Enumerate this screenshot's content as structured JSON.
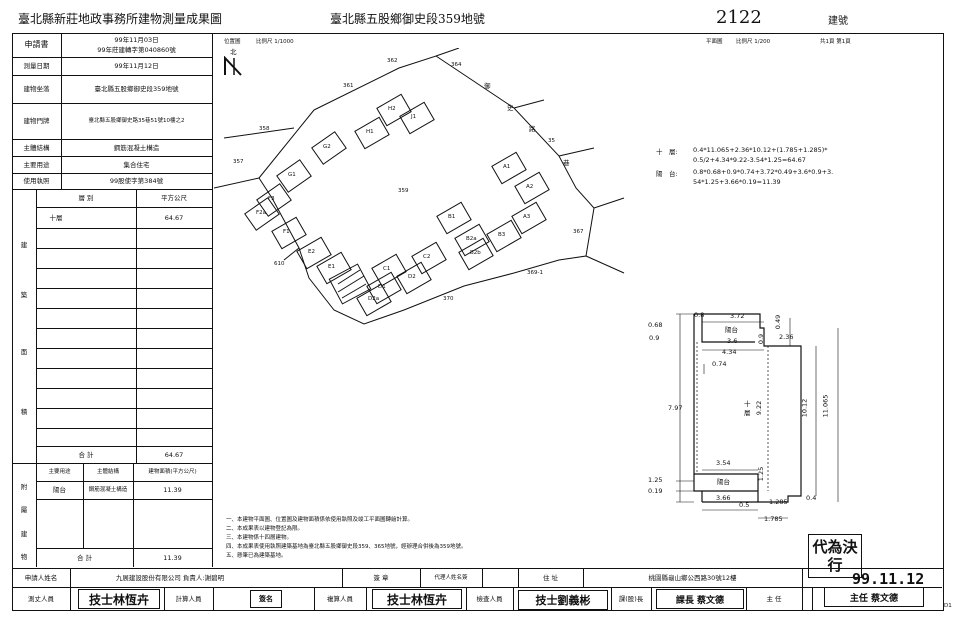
{
  "header": {
    "office_title": "臺北縣新莊地政事務所建物測量成果圖",
    "address_title": "臺北縣五股鄉御史段359地號",
    "building_no": "2122",
    "building_no_label": "建號"
  },
  "form": {
    "applicant_label": "申請書",
    "applicant_date": "99年11月03日",
    "applicant_no": "99年莊建轉字第040860號",
    "survey_date_label": "測量日期",
    "survey_date": "99年11月12日",
    "location_label": "建物坐落",
    "location": "臺北縣五股鄉御史段359地號",
    "doorplate_label": "建物門牌",
    "doorplate": "臺北縣五股鄉御史路35巷51號10樓之2",
    "structure_label": "主體結構",
    "structure": "鋼筋混凝土構造",
    "use_label": "主要用途",
    "use": "集合住宅",
    "license_label": "使用執照",
    "license": "99股使字第384號",
    "floor_col": "層 別",
    "area_col": "平方公尺",
    "floor_name": "十層",
    "floor_area": "64.67",
    "side_label_main": [
      "建",
      "築",
      "面",
      "積"
    ],
    "total_label": "合 計",
    "total": "64.67",
    "annex_side": [
      "附",
      "屬",
      "建",
      "物"
    ],
    "annex_use_col": "主要用途",
    "annex_struct_col": "主體結構",
    "annex_area_col": "建物面積(平方公尺)",
    "annex_name": "陽台",
    "annex_struct": "鋼筋混凝土構造",
    "annex_area": "11.39",
    "annex_total_label": "合 計",
    "annex_total": "11.39"
  },
  "site_plan": {
    "location_label": "位置圖",
    "scale": "比例尺 1/1000",
    "north": "北",
    "lots": [
      "361",
      "362",
      "364",
      "358",
      "357",
      "359",
      "610",
      "370",
      "367",
      "369-1",
      "35"
    ],
    "road": [
      "御",
      "史",
      "路",
      "巷"
    ],
    "blocks": [
      "H2",
      "H1",
      "J1",
      "G2",
      "G1",
      "F3",
      "F2a",
      "F1",
      "E2",
      "E1",
      "D1",
      "D2",
      "C1",
      "C2",
      "D2a",
      "B1",
      "B2a",
      "B2b",
      "B3",
      "A3",
      "A2",
      "A1"
    ]
  },
  "floor_plan": {
    "label": "平面圖",
    "scale": "比例尺 1/200",
    "page": "共1頁 第1頁",
    "calc_floor_label": "十　層:",
    "calc_floor": "0.4*11.065+2.36*10.12+(1.785+1.285)*",
    "calc_floor2": "0.5/2+4.34*9.22-3.54*1.25=64.67",
    "calc_balcony_label": "陽　台:",
    "calc_balcony": "0.8*0.68+0.9*0.74+3.72*0.49+3.6*0.9+3.",
    "calc_balcony2": "54*1.25+3.66*0.19=11.39",
    "dims": {
      "d08": "0.8",
      "d372": "3.72",
      "d049": "0.49",
      "d068": "0.68",
      "d36": "3.6",
      "d09": "0.9",
      "d236": "2.36",
      "d434": "4.34",
      "d074": "0.74",
      "d797": "7.97",
      "d922": "9.22",
      "d1012": "10.12",
      "d11065": "11.065",
      "d354": "3.54",
      "d125": "1.25",
      "d019": "0.19",
      "d366": "3.66",
      "d05": "0.5",
      "d1285": "1.285",
      "d04": "0.4",
      "d1785": "1.785",
      "d125b": "1.25"
    },
    "balcony_top": "陽台",
    "balcony_bottom": "陽台",
    "room": "十層"
  },
  "notes": [
    "一、本建物平面圖、位置圖及建物面積係依使用執照及竣工平面圖轉繪計算。",
    "二、本成果表以建物登記為限。",
    "三、本建物係十四層建物。",
    "四、本成果表使用執照建築基地為臺北縣五股鄉御史段359、365地號，經辦理合併後為359地號。",
    "五、懸筆已為建築基地。"
  ],
  "footer": {
    "applicant_name_label": "申請人姓名",
    "applicant_name": "九展建設股份有限公司 負責人:謝碧明",
    "seal_label": "簽 章",
    "agent_label": "代理人姓名簽",
    "address_label": "住 址",
    "address": "桃園縣龜山鄉公西路30號12樓",
    "drafter_label": "測丈人員",
    "drafter": "技士林恆卉",
    "calc_label": "計算人員",
    "calc_stamp": "簽名",
    "review_label": "複算人員",
    "review": "技士林恆卉",
    "check_label": "檢查人員",
    "check": "技士劉義彬",
    "section_label": "課(股)長",
    "section_stamp": "課長 蔡文德",
    "director_label": "主 任",
    "director_stamp": "主任 蔡文德",
    "proxy_stamp": "代為決行",
    "date_stamp": "99.11.12",
    "corner": "D1"
  }
}
